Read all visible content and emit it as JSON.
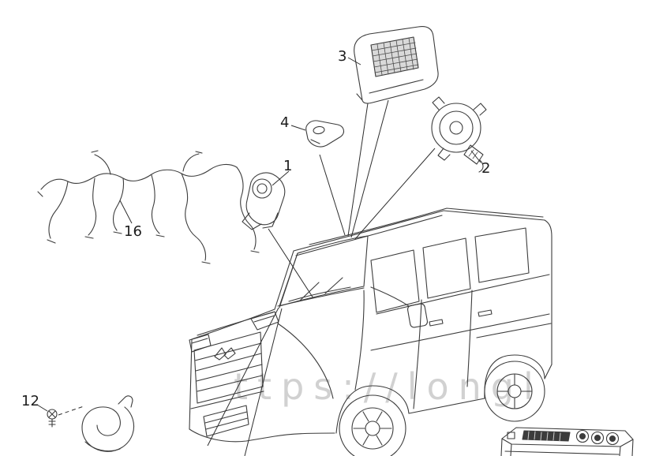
{
  "diagram": {
    "background": "#ffffff",
    "line_color": "#3c3c3c",
    "watermark": {
      "text": "ttps://longl",
      "color": "#c9c9c9"
    },
    "callouts": {
      "part1": "1",
      "part2": "2",
      "part3": "3",
      "part4": "4",
      "part12": "12",
      "part16": "16"
    }
  }
}
